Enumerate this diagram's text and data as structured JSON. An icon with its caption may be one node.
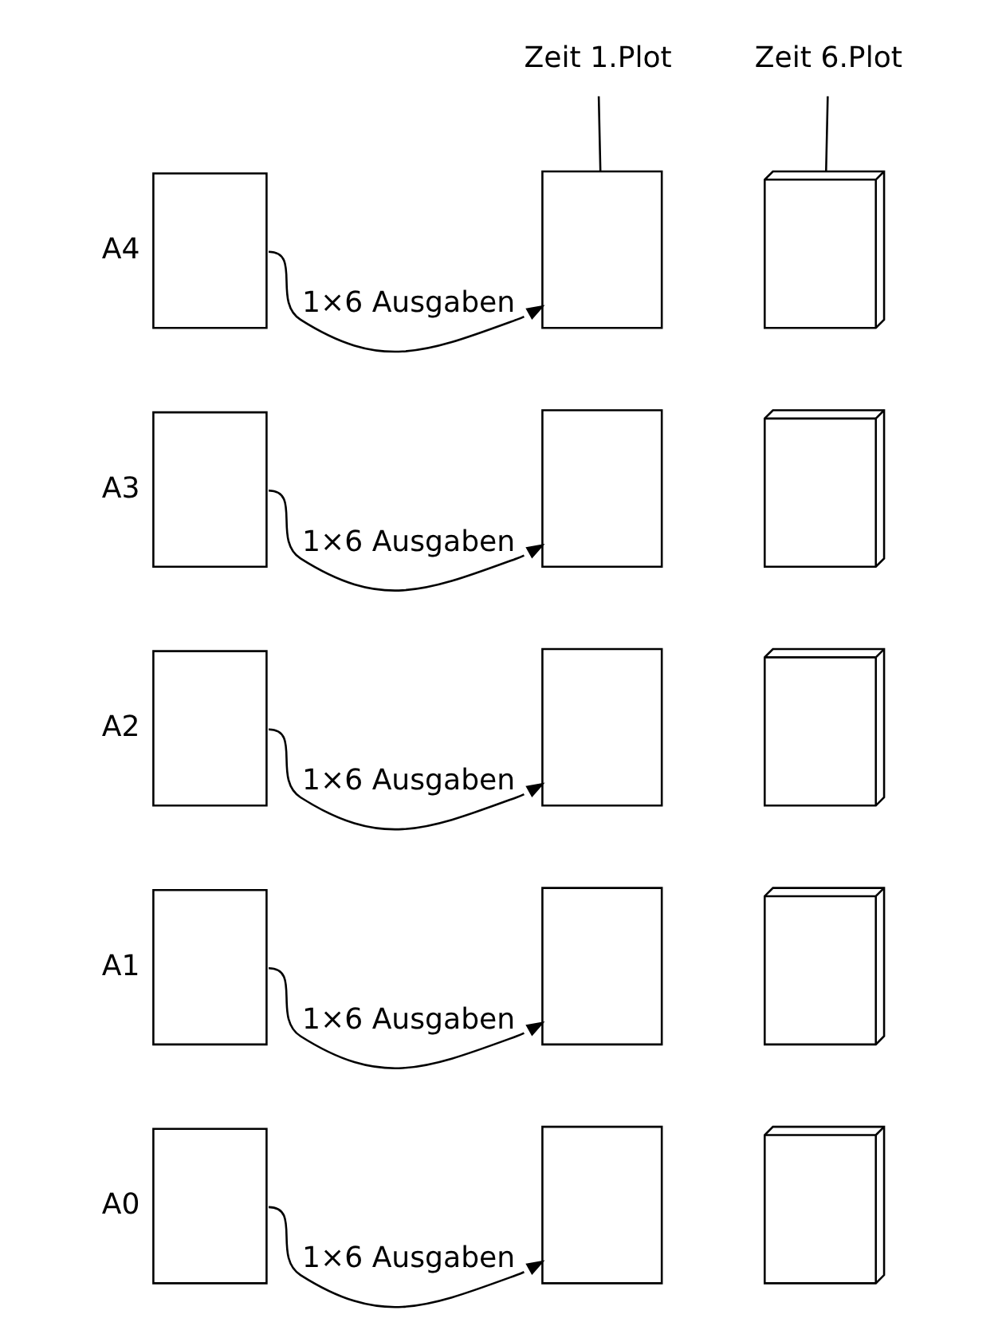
{
  "diagram": {
    "nodes": [
      {
        "text": [
          "Zeit 1.Plot"
        ]
      },
      {
        "text": [
          "Zeit 6.Plot"
        ]
      },
      {
        "text": [
          "A4"
        ]
      },
      {
        "text": [],
        "shape": "box"
      },
      {
        "text": [],
        "shape": "box"
      },
      {
        "text": [
          "A3"
        ]
      },
      {
        "text": [],
        "shape": "box"
      },
      {
        "text": [],
        "shape": "box"
      },
      {
        "text": [
          "A2"
        ]
      },
      {
        "text": [],
        "shape": "box"
      },
      {
        "text": [],
        "shape": "box"
      },
      {
        "text": [
          "A1"
        ]
      },
      {
        "text": [],
        "shape": "box"
      },
      {
        "text": [],
        "shape": "box"
      },
      {
        "text": [
          "A0"
        ]
      },
      {
        "text": [],
        "shape": "box"
      },
      {
        "text": [],
        "shape": "box"
      }
    ],
    "edges": [
      {
        "from": 0,
        "to": 3,
        "arrow": "none"
      },
      {
        "from": 1,
        "to": 4,
        "arrow": "none"
      },
      {
        "from": 2,
        "to": 3,
        "arrow": "to",
        "label": "1×6 Ausgaben"
      },
      {
        "from": 5,
        "to": 6,
        "arrow": "to",
        "label": "1×6 Ausgaben"
      },
      {
        "from": 8,
        "to": 9,
        "arrow": "to",
        "label": "1×6 Ausgaben"
      },
      {
        "from": 11,
        "to": 12,
        "arrow": "to",
        "label": "1×6 Ausgaben"
      },
      {
        "from": 14,
        "to": 15,
        "arrow": "to",
        "label": "1×6 Ausgaben"
      }
    ]
  }
}
